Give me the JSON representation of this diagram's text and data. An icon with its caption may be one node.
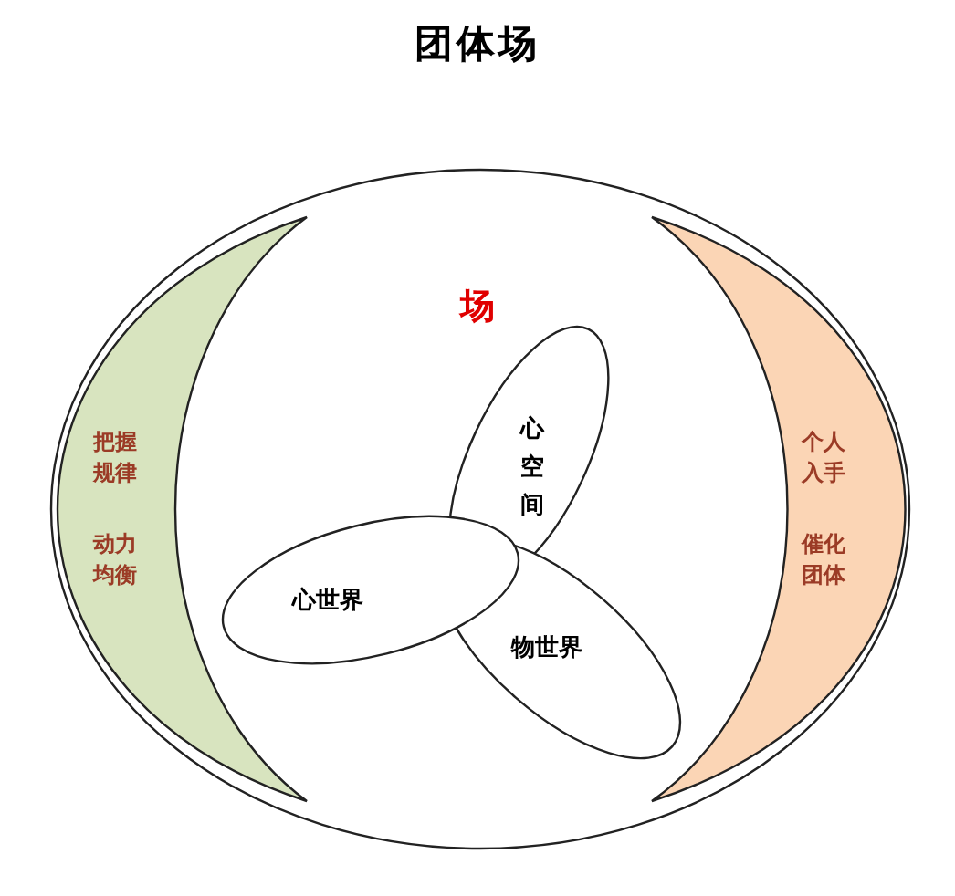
{
  "diagram": {
    "title": "团体场",
    "nodes": [
      {
        "text": [
          "场"
        ]
      },
      {
        "text": [
          "把握规律",
          "动力均衡"
        ],
        "in": 0
      },
      {
        "text": [
          "个人入手",
          "催化团体"
        ],
        "in": 0
      },
      {
        "text": [
          "心空间"
        ],
        "in": 0
      },
      {
        "text": [
          "物世界"
        ],
        "in": 0
      },
      {
        "text": [
          "心世界"
        ],
        "in": 0
      }
    ]
  }
}
